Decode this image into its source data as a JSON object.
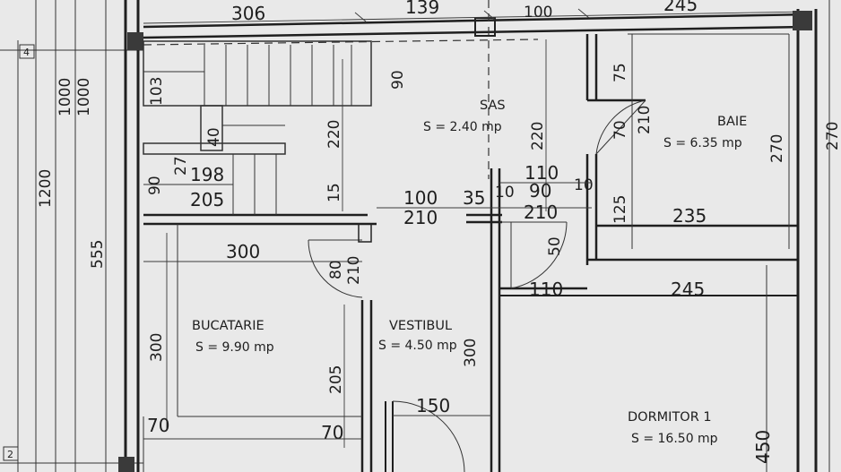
{
  "axes": {
    "a4": "4",
    "a2": "2"
  },
  "rooms": [
    {
      "id": "sas",
      "name": "SAS",
      "area": "S = 2.40 mp"
    },
    {
      "id": "baie",
      "name": "BAIE",
      "area": "S = 6.35 mp"
    },
    {
      "id": "bucatarie",
      "name": "BUCATARIE",
      "area": "S = 9.90 mp"
    },
    {
      "id": "vestibul",
      "name": "VESTIBUL",
      "area": "S = 4.50 mp"
    },
    {
      "id": "dormitor",
      "name": "DORMITOR 1",
      "area": "S = 16.50 mp"
    }
  ],
  "dims": {
    "top_306": "306",
    "top_139": "139",
    "top_100": "100",
    "top_245": "245",
    "left_1200": "1200",
    "left_1000a": "1000",
    "left_1000b": "1000",
    "left_555": "555",
    "st_103": "103",
    "st_90": "90",
    "st_27": "27",
    "st_198": "198",
    "st_205": "205",
    "st_40": "40",
    "sas_90": "90",
    "sas_220": "220",
    "sas_15": "15",
    "sas_220r": "220",
    "m_100": "100",
    "m_210": "210",
    "m_35": "35",
    "m_10a": "10",
    "m_90": "90",
    "m_10b": "10",
    "m_110": "110",
    "m_210b": "210",
    "b_75": "75",
    "b_70": "70",
    "b_210": "210",
    "b_125": "125",
    "b_235": "235",
    "b_270": "270",
    "k_300": "300",
    "k_80": "80",
    "k_210": "210",
    "k_300v": "300",
    "k_205": "205",
    "k_70a": "70",
    "k_70b": "70",
    "v_300": "300",
    "v_150": "150",
    "v_50": "50",
    "d_110": "110",
    "d_245": "245",
    "d_450": "450"
  }
}
